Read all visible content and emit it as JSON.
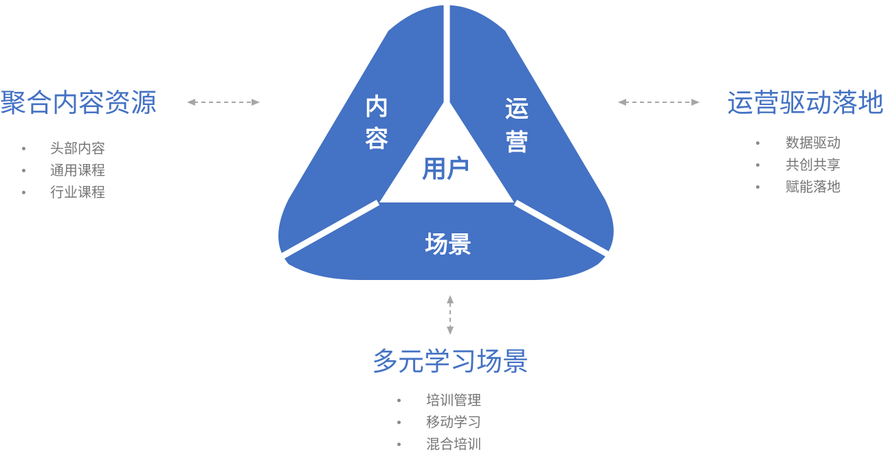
{
  "colors": {
    "accent": "#4472c4",
    "bullet_text": "#757575",
    "arrow": "#a6a6a6"
  },
  "triangle": {
    "segments": {
      "content": [
        "内",
        "容"
      ],
      "operation": [
        "运",
        "营"
      ],
      "scene": "场景"
    },
    "center": "用户"
  },
  "left_group": {
    "title": "聚合内容资源",
    "items": [
      "头部内容",
      "通用课程",
      "行业课程"
    ]
  },
  "right_group": {
    "title": "运营驱动落地",
    "items": [
      "数据驱动",
      "共创共享",
      "赋能落地"
    ]
  },
  "bottom_group": {
    "title": "多元学习场景",
    "items": [
      "培训管理",
      "移动学习",
      "混合培训"
    ]
  }
}
